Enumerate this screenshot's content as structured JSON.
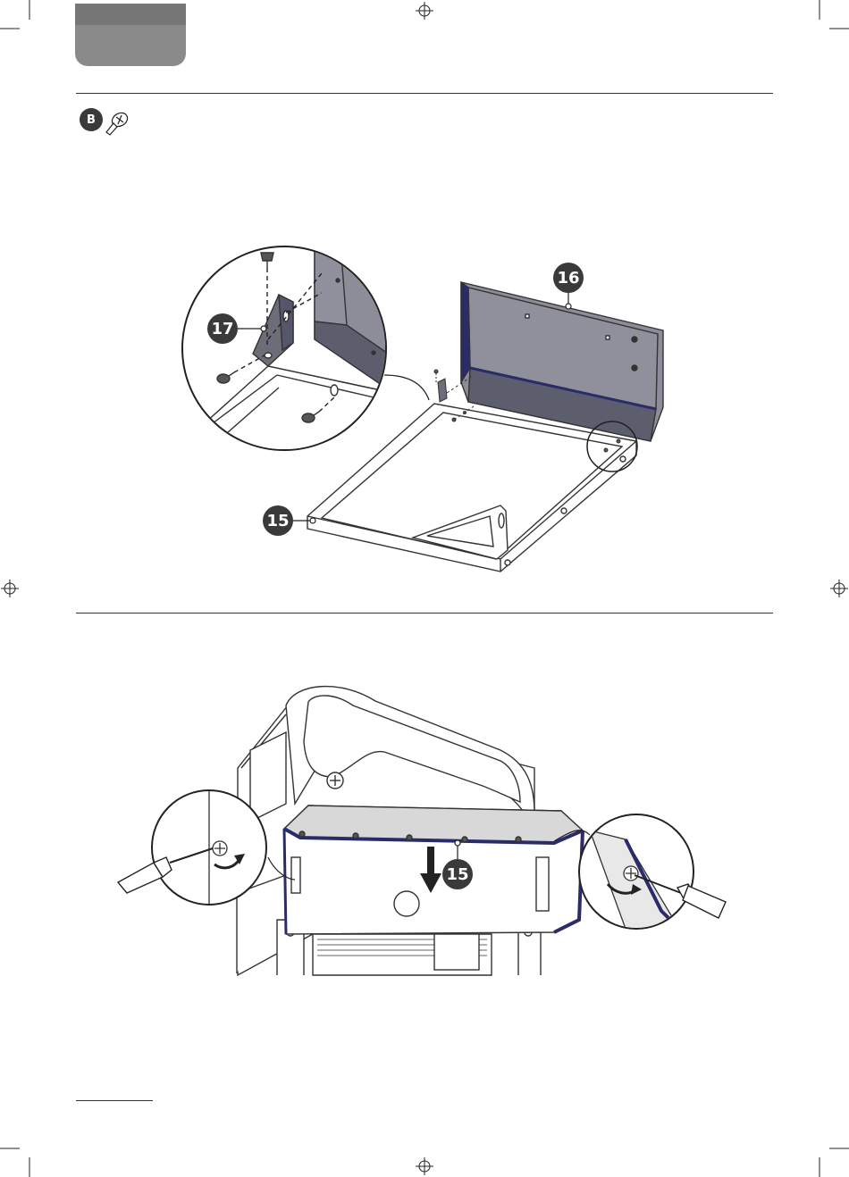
{
  "step_badge": {
    "letter": "B"
  },
  "callouts": {
    "part_16": "16",
    "part_17": "17",
    "part_15_top": "15",
    "part_15_bottom": "15"
  },
  "colors": {
    "tab_gray": "#8a8a8a",
    "panel_gray": "#8c8d99",
    "navy_edge": "#2a2c6a",
    "badge_dark": "#3a3a3a"
  }
}
